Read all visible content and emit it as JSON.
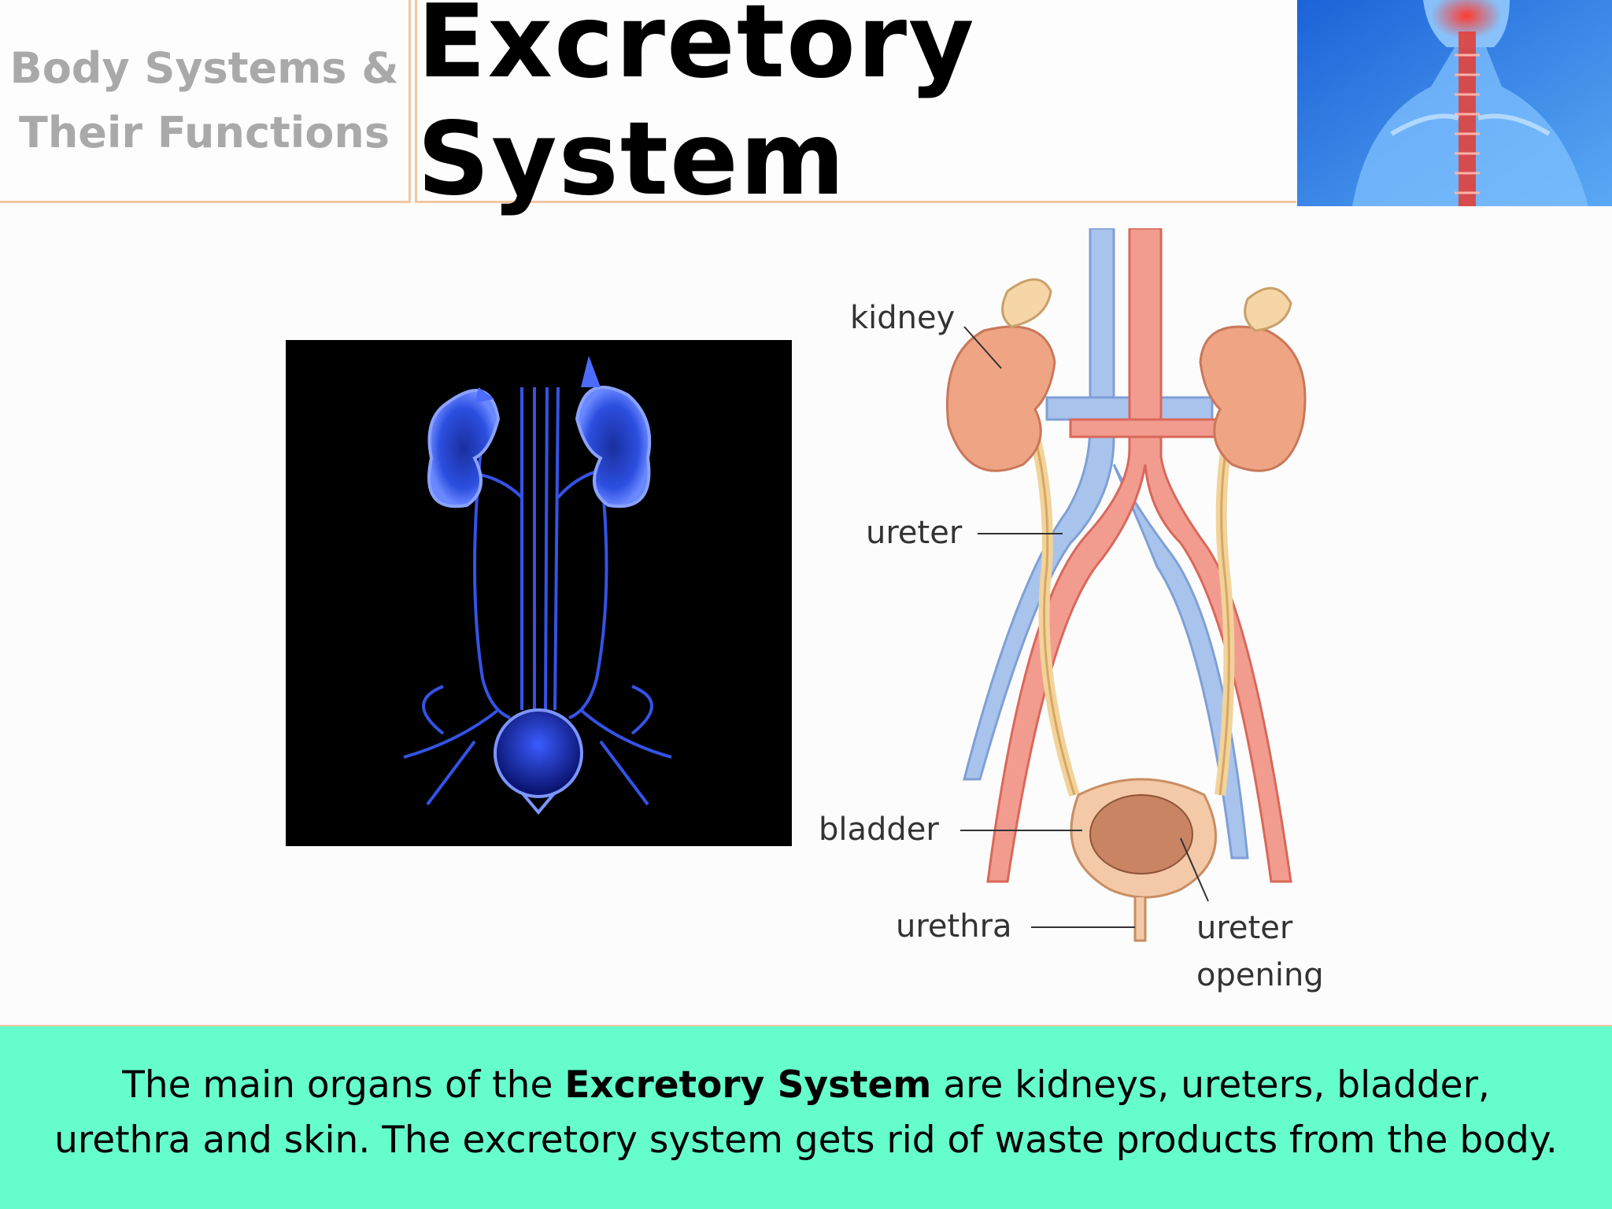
{
  "header": {
    "subject_line1": "Body Systems &",
    "subject_line2": "Their Functions",
    "title": "Excretory System"
  },
  "diagram": {
    "labels": {
      "kidney": "kidney",
      "ureter": "ureter",
      "bladder": "bladder",
      "urethra": "urethra",
      "ureter_opening_1": "ureter",
      "ureter_opening_2": "opening"
    }
  },
  "caption": {
    "line1_before": "The main organs of the ",
    "line1_bold": "Excretory System",
    "line1_after": " are kidneys, ureters, bladder,",
    "line2": "urethra and skin. The excretory system gets rid of waste products from the body."
  },
  "colors": {
    "accent_border": "#f2c7a4",
    "caption_bg": "#66fdcc",
    "xray_blue": "#2f5bff"
  }
}
